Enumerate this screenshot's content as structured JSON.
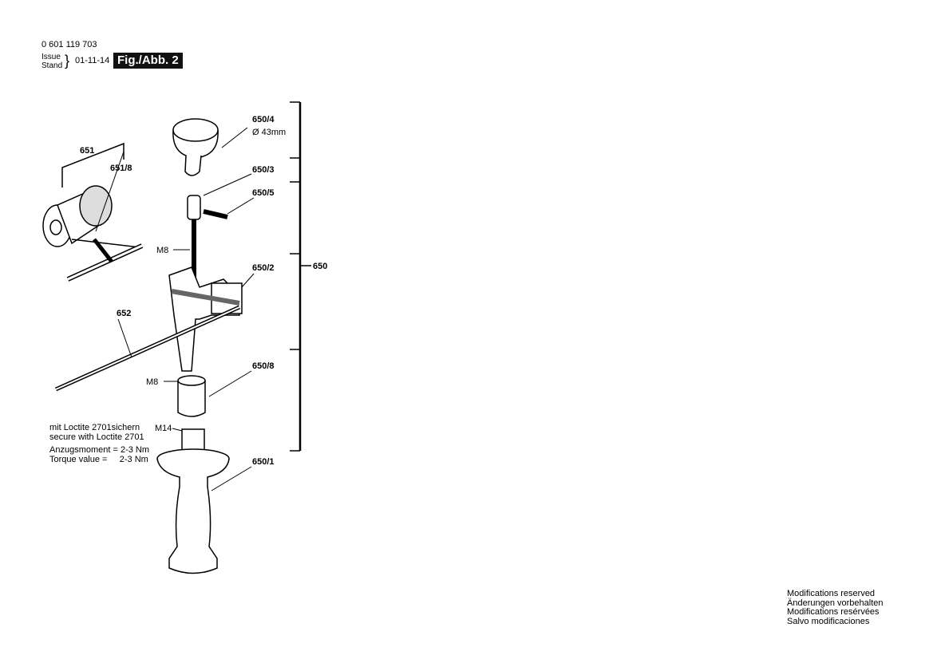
{
  "header": {
    "document_number": "0 601 119 703",
    "issue_label": "Issue",
    "stand_label": "Stand",
    "date": "01-11-14",
    "figure_label": "Fig./Abb. 2"
  },
  "parts": {
    "p650_4": "650/4",
    "p650_4_note": "Ø 43mm",
    "p650_3": "650/3",
    "p650_5": "650/5",
    "p650_2": "650/2",
    "p650": "650",
    "p650_8": "650/8",
    "p650_1": "650/1",
    "p651": "651",
    "p651_8": "651/8",
    "p652": "652",
    "m8_upper": "M8",
    "m8_lower": "M8",
    "m14": "M14"
  },
  "notes": {
    "line1": "mit Loctite 2701sichern",
    "line2": "secure with Loctite 2701",
    "line3": "Anzugsmoment = 2-3 Nm",
    "line4": "Torque value =     2-3 Nm"
  },
  "footer": {
    "lines": [
      "Modifications reserved",
      "Änderungen vorbehalten",
      "Modifications resérvées",
      "Salvo modificaciones"
    ]
  }
}
